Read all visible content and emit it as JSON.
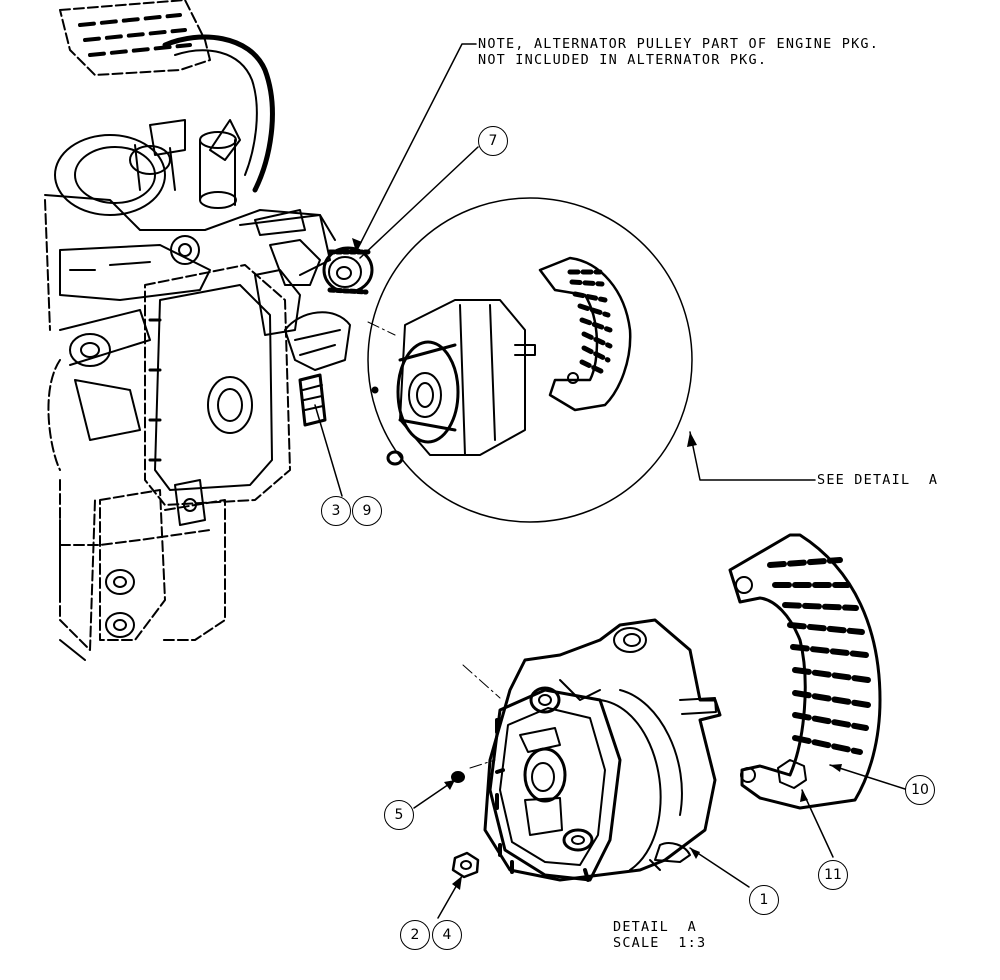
{
  "note": {
    "line1": "NOTE, ALTERNATOR PULLEY PART OF ENGINE PKG.",
    "line2": "NOT INCLUDED IN ALTERNATOR PKG."
  },
  "callout": "SEE DETAIL  A",
  "detail": {
    "title": "DETAIL  A",
    "scale": "SCALE  1:3"
  },
  "balloons": {
    "b7": "7",
    "b3": "3",
    "b9": "9",
    "b5": "5",
    "b2": "2",
    "b4": "4",
    "b1": "1",
    "b11": "11",
    "b10": "10"
  }
}
